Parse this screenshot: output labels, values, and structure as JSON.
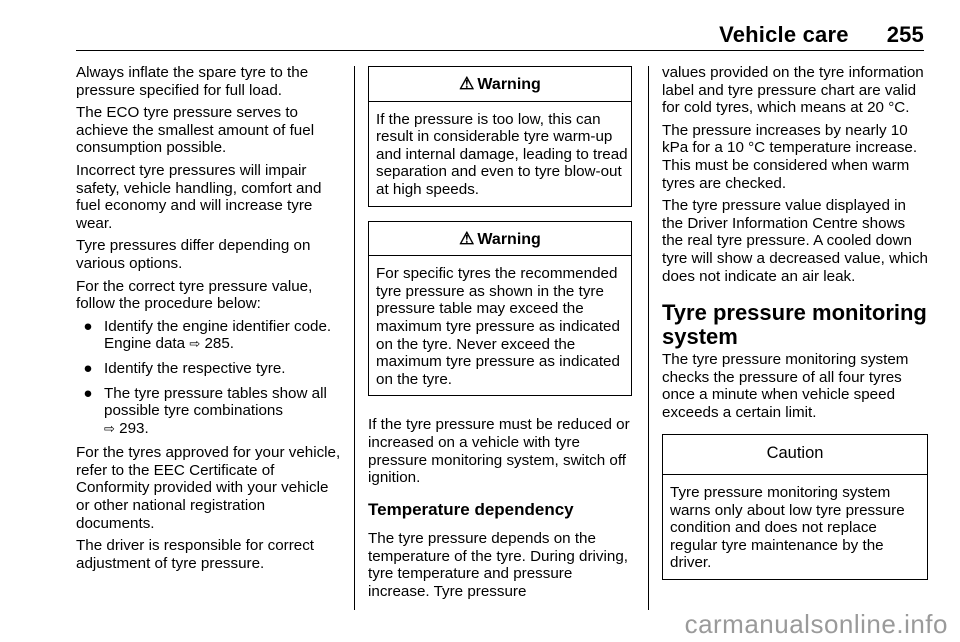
{
  "header": {
    "section": "Vehicle care",
    "page_number": "255"
  },
  "col1": {
    "p1": "Always inflate the spare tyre to the pressure specified for full load.",
    "p2": "The ECO tyre pressure serves to achieve the smallest amount of fuel consumption possible.",
    "p3": "Incorrect tyre pressures will impair safety, vehicle handling, comfort and fuel economy and will increase tyre wear.",
    "p4": "Tyre pressures differ depending on various options.",
    "p5": "For the correct tyre pressure value, follow the procedure below:",
    "bullets": [
      {
        "text": "Identify the engine identifier code. Engine data",
        "ref": "285."
      },
      {
        "text": "Identify the respective tyre.",
        "ref": ""
      },
      {
        "text": "The tyre pressure tables show all possible tyre combinations",
        "ref": "293."
      }
    ],
    "p6": "For the tyres approved for your vehicle, refer to the EEC Certificate of Conformity provided with your vehicle or other national registration documents.",
    "p7": "The driver is responsible for correct adjustment of tyre pressure."
  },
  "col2": {
    "warning1": {
      "title": "Warning",
      "body": "If the pressure is too low, this can result in considerable tyre warm-up and internal damage, leading to tread separation and even to tyre blow-out at high speeds."
    },
    "warning2": {
      "title": "Warning",
      "body": "For specific tyres the recommended tyre pressure as shown in the tyre pressure table may exceed the maximum tyre pressure as indicated on the tyre. Never exceed the maximum tyre pressure as indicated on the tyre."
    },
    "p1": "If the tyre pressure must be reduced or increased on a vehicle with tyre pressure monitoring system, switch off ignition.",
    "heading": "Temperature dependency",
    "p2": "The tyre pressure depends on the temperature of the tyre. During driving, tyre temperature and pressure increase. Tyre pressure"
  },
  "col3": {
    "p1": "values provided on the tyre information label and tyre pressure chart are valid for cold tyres, which means at 20 °C.",
    "p2": "The pressure increases by nearly 10 kPa for a 10 °C temperature increase. This must be considered when warm tyres are checked.",
    "p3": "The tyre pressure value displayed in the Driver Information Centre shows the real tyre pressure. A cooled down tyre will show a decreased value, which does not indicate an air leak.",
    "section_title": "Tyre pressure monitoring system",
    "p4": "The tyre pressure monitoring system checks the pressure of all four tyres once a minute when vehicle speed exceeds a certain limit.",
    "caution": {
      "title": "Caution",
      "body": "Tyre pressure monitoring system warns only about low tyre pressure condition and does not replace regular tyre maintenance by the driver."
    }
  },
  "icons": {
    "warning": "warning-triangle-icon",
    "page_ref": "page-reference-arrow-icon"
  },
  "watermark": "carmanualsonline.info"
}
